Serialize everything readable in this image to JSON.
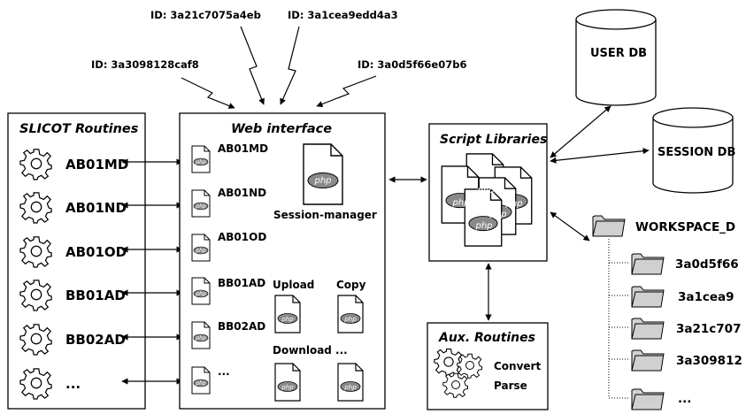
{
  "session_ids": [
    "ID: 3a21c7075a4eb",
    "ID: 3a1cea9edd4a3",
    "ID: 3a3098128caf8",
    "ID: 3a0d5f66e07b6"
  ],
  "slicot": {
    "title": "SLICOT Routines",
    "routines": [
      "AB01MD",
      "AB01ND",
      "AB01OD",
      "BB01AD",
      "BB02AD",
      "..."
    ]
  },
  "web": {
    "title": "Web interface",
    "scripts": [
      "AB01MD",
      "AB01ND",
      "AB01OD",
      "BB01AD",
      "BB02AD",
      "..."
    ],
    "session_manager": "Session-manager",
    "upload": "Upload",
    "copy": "Copy",
    "download": "Download ...",
    "php": "php"
  },
  "script_libraries": {
    "title": "Script Libraries",
    "php": "php"
  },
  "aux": {
    "title": "Aux. Routines",
    "items": [
      "Convert",
      "Parse"
    ]
  },
  "databases": {
    "user": "USER DB",
    "session": "SESSION DB"
  },
  "workspace": {
    "root": "WORKSPACE_D",
    "folders": [
      "3a0d5f66",
      "3a1cea9",
      "3a21c707",
      "3a309812",
      "..."
    ]
  },
  "colors": {
    "box_stroke": "#000",
    "icon_fill": "#d9d9d9",
    "php_oval": "#8a8a8a",
    "folder": "#d0d0d0"
  }
}
